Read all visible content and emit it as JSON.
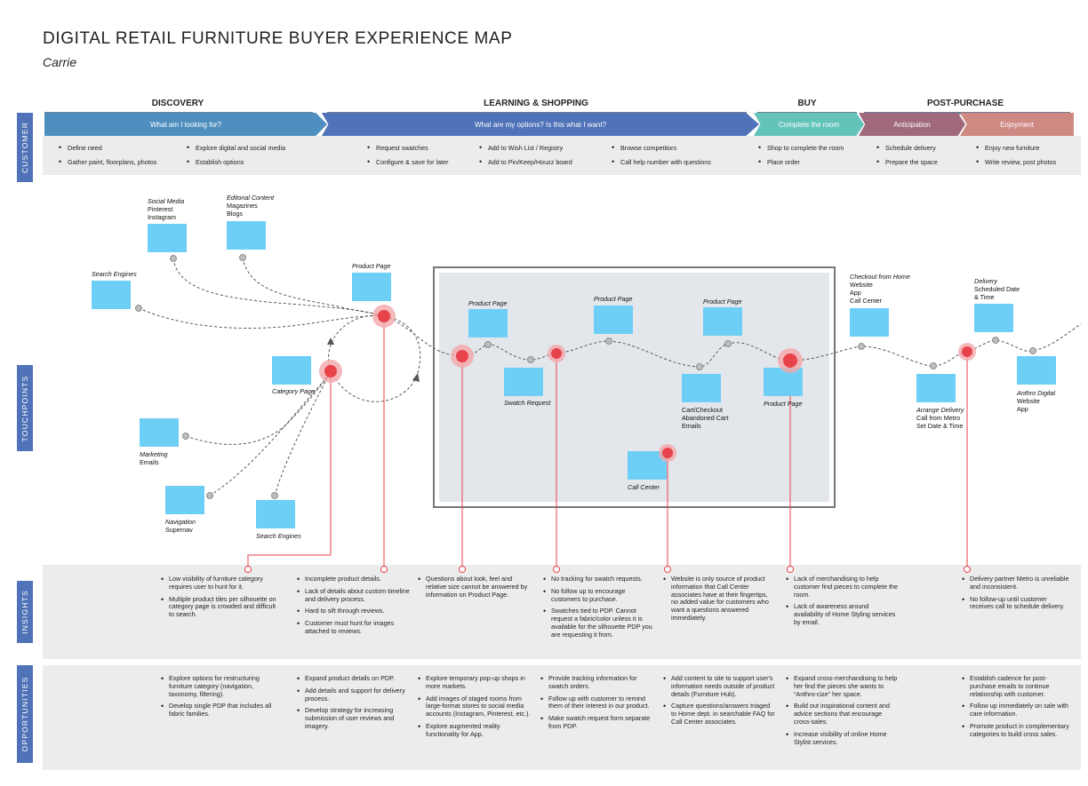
{
  "title": "DIGITAL RETAIL FURNITURE BUYER EXPERIENCE MAP",
  "persona": "Carrie",
  "phases": [
    "DISCOVERY",
    "LEARNING & SHOPPING",
    "BUY",
    "POST-PURCHASE"
  ],
  "rows": [
    "CUSTOMER",
    "TOUCHPOINTS",
    "INSIGHTS",
    "OPPORTUNITIES"
  ],
  "stages": [
    "What am I looking for?",
    "What are my options? Is this what I want?",
    "Complete the room",
    "Anticipation",
    "Enjoyment"
  ],
  "colors": {
    "discovery": "#4f8fbf",
    "learning": "#4f72b8",
    "buy": "#63c3bb",
    "anticipation": "#a06a7c",
    "enjoyment": "#cf8983",
    "touchpoint": "#6ecff6",
    "hotspot": "#e8424a"
  },
  "customer_actions": {
    "discovery_a": [
      "Define need",
      "Gather paint, floorplans, photos"
    ],
    "discovery_b": [
      "Explore digital and social media",
      "Establish options"
    ],
    "learning_a": [
      "Request swatches",
      "Configure & save for later"
    ],
    "learning_b": [
      "Add to Wish List / Registry",
      "Add to Pin/Keep/Houzz board"
    ],
    "learning_c": [
      "Browse competitors",
      "Call help number with questions"
    ],
    "buy": [
      "Shop to complete the room",
      "Place order"
    ],
    "anticipation": [
      "Schedule delivery",
      "Prepare the space"
    ],
    "enjoyment": [
      "Enjoy new furniture",
      "Write review, post photos"
    ]
  },
  "touchpoints": {
    "social": {
      "head": "Social Media",
      "lines": [
        "Pinterest",
        "Instagram"
      ]
    },
    "editorial": {
      "head": "Editorial Content",
      "lines": [
        "Magazines",
        "Blogs"
      ]
    },
    "search": {
      "head": "Search Engines",
      "lines": []
    },
    "product_page_1": {
      "head": "Product Page",
      "lines": []
    },
    "category_page": {
      "head": "Category Page",
      "lines": []
    },
    "marketing": {
      "head": "Marketing",
      "lines": [
        "Emails"
      ]
    },
    "navigation": {
      "head": "Navigation",
      "lines": [
        "Supernav"
      ]
    },
    "search_engines_2": {
      "head": "Search Engines",
      "lines": []
    },
    "product_page_2": {
      "head": "Product Page",
      "lines": []
    },
    "swatch": {
      "head": "Swatch Request",
      "lines": []
    },
    "product_page_3": {
      "head": "Product Page",
      "lines": []
    },
    "product_page_4": {
      "head": "Product Page",
      "lines": []
    },
    "cart": {
      "head": "Cart/Checkout",
      "lines": [
        "Abandoned Cart",
        "Emails"
      ]
    },
    "product_page_5": {
      "head": "Product Page",
      "lines": []
    },
    "call_center": {
      "head": "Call Center",
      "lines": []
    },
    "checkout": {
      "head": "Checkout from Home",
      "lines": [
        "Website",
        "App",
        "Call Center"
      ]
    },
    "delivery": {
      "head": "Delivery",
      "lines": [
        "Scheduled Date",
        "& Time"
      ]
    },
    "arrange": {
      "head": "Arrange Delivery",
      "lines": [
        "Call from Metro",
        "Set Date & Time"
      ]
    },
    "anthro": {
      "head": "Anthro Digital",
      "lines": [
        "Website",
        "App"
      ]
    }
  },
  "insights": [
    [
      "Low visibility of furniture category requires user to hunt for it.",
      "Multiple product tiles per silhouette on category page is crowded and difficult to search."
    ],
    [
      "Incomplete product details.",
      "Lack of details about custom timeline and delivery process.",
      "Hard to sift through reviews.",
      "Customer must hunt for images attached to reviews."
    ],
    [
      "Questions about look, feel and relative size cannot be answered by information on Product Page."
    ],
    [
      "No tracking for swatch requests.",
      "No follow up to encourage customers to purchase.",
      "Swatches tied to PDP. Cannot request a fabric/color unless it is available for the silhouette PDP you are requesting it from."
    ],
    [
      "Website is only source of product information that Call Center associates have at their fingertips, no added value for customers who want a questions answered immediately."
    ],
    [
      "Lack of merchandising to help customer find pieces to complete the room.",
      "Lack of awareness around availability of Home Styling services by email."
    ],
    [
      "Delivery partner Metro is unreliable and inconsistent.",
      "No follow-up until customer receives call to schedule delivery."
    ]
  ],
  "opportunities": [
    [
      "Explore options for restructuring furniture category (navigation, taxonomy, filtering).",
      "Develop single PDP that includes all fabric families."
    ],
    [
      "Expand product details on PDP.",
      "Add details and support for delivery process.",
      "Develop strategy for increasing submission of user reviews and imagery."
    ],
    [
      "Explore temporary pop-up shops in more markets.",
      "Add images of staged rooms from large-format stores to social media accounts (Instagram, Pinterest, etc.).",
      "Explore augmented reality functionality for App."
    ],
    [
      "Provide tracking information for swatch orders.",
      "Follow up with customer to remind them of their interest in our product.",
      "Make swatch request form separate from PDP."
    ],
    [
      "Add content to site to support user's information needs outside of product details (Furniture Hub).",
      "Capture questions/answers triaged to Home dept. in searchable FAQ for Call Center associates."
    ],
    [
      "Expand cross-merchandising to help her find the pieces she wants to “Anthro-cize” her space.",
      "Build out inspirational content and advice sections that encourage cross-sales.",
      "Increase visibility of online Home Stylist services."
    ],
    [
      "Establish cadence for post-purchase emails to continue relationship with customer.",
      "Follow up immediately on sale with care information.",
      "Promote product in complementary categories to build cross sales."
    ]
  ]
}
